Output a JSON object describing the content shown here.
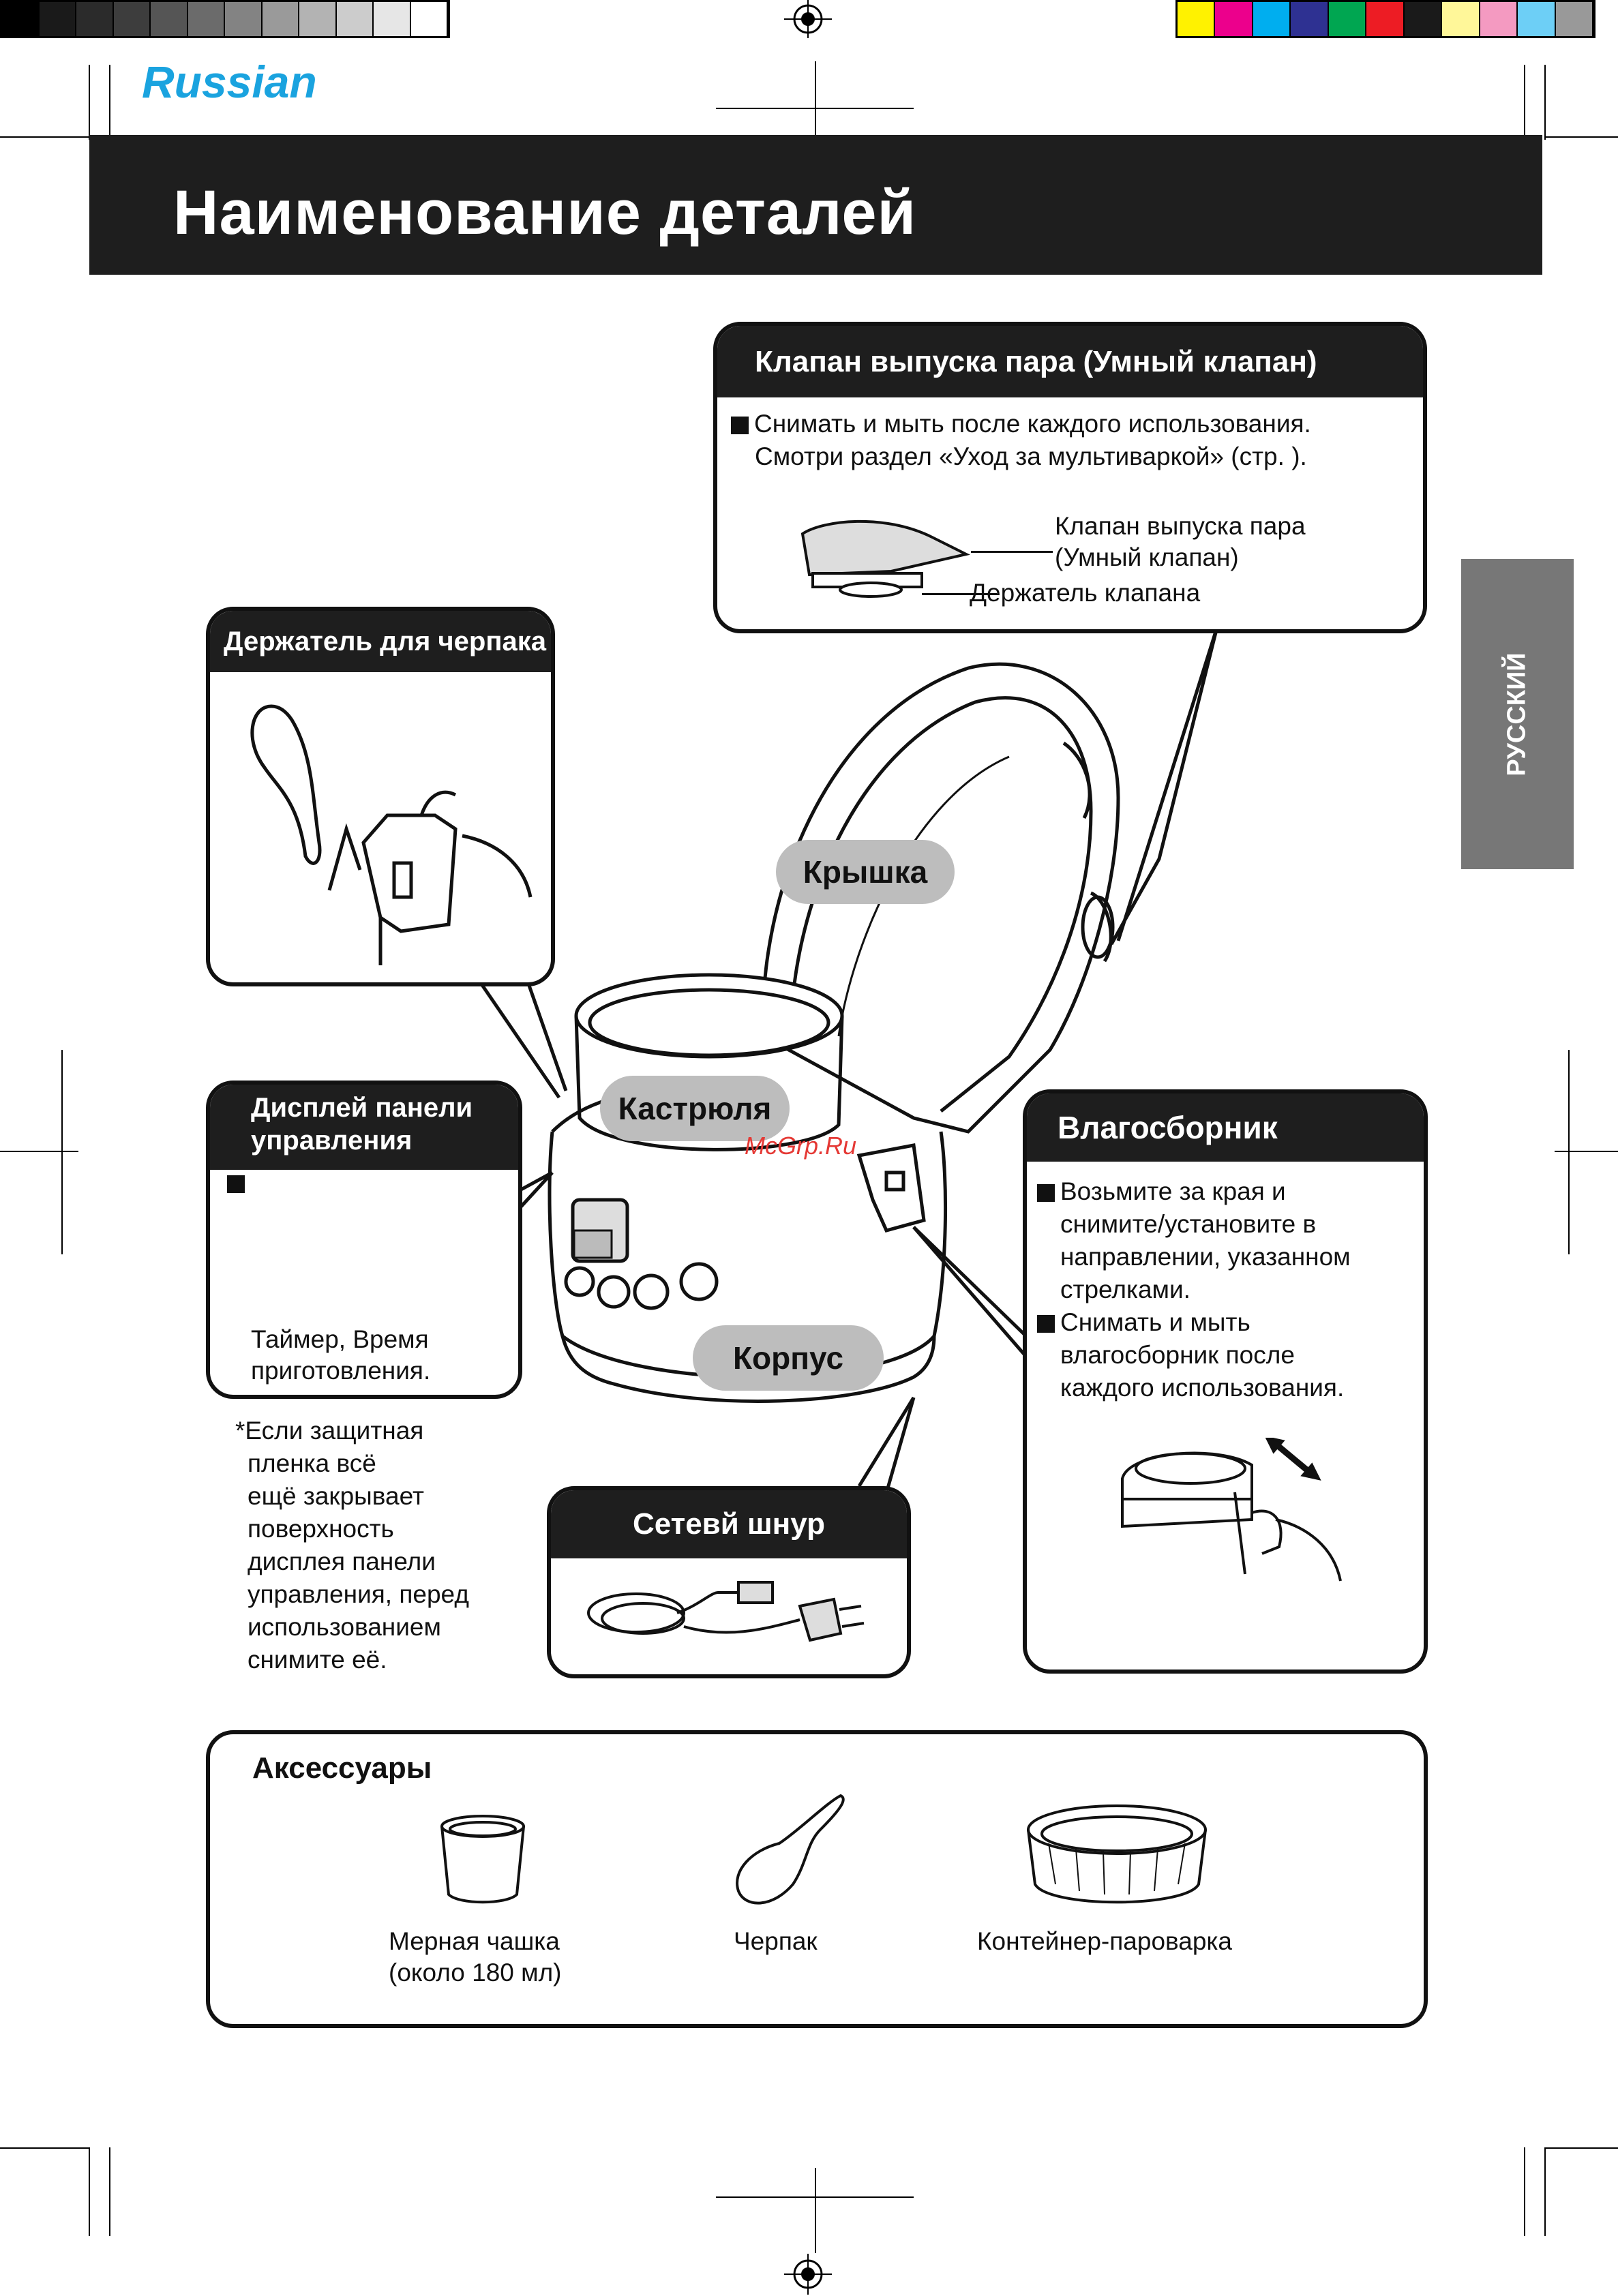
{
  "header": {
    "language": "Russian",
    "title": "Наименование деталей",
    "side_tab": "РУССКИЙ"
  },
  "color_bar_left": [
    "#000000",
    "#1a1a1a",
    "#2b2b2b",
    "#3d3d3d",
    "#555555",
    "#6b6b6b",
    "#838383",
    "#9a9a9a",
    "#b3b3b3",
    "#cccccc",
    "#e6e6e6",
    "#ffffff"
  ],
  "color_bar_right": [
    "#fff200",
    "#ec008c",
    "#00aeef",
    "#2e3192",
    "#00a651",
    "#ed1c24",
    "#1a1a1a",
    "#fff799",
    "#f49ac1",
    "#6dcff6",
    "#999999"
  ],
  "valve_box": {
    "title": "Клапан выпуска пара (Умный клапан)",
    "line1": "Снимать и мыть после каждого использования.",
    "line2": "Смотри раздел «Уход за мультиваркой» (стр.    ).",
    "label_valve_1": "Клапан выпуска пара",
    "label_valve_2": "(Умный клапан)",
    "label_holder": "Держатель клапана"
  },
  "ladle_holder_box": {
    "title": "Держатель для черпака"
  },
  "display_box": {
    "title_1": "Дисплей панели",
    "title_2": "управления",
    "line1": "Таймер, Время",
    "line2": "приготовления."
  },
  "footnote": [
    "*Если защитная",
    "пленка всё",
    "ещё закрывает",
    "поверхность",
    "дисплея панели",
    "управления, перед",
    "использованием",
    "снимите её."
  ],
  "parts": {
    "lid": "Крышка",
    "pot": "Кастрюля",
    "body": "Корпус",
    "watermark": "McGrp.Ru"
  },
  "condensation_box": {
    "title": "Влагосборник",
    "lines_a": [
      "Возьмите за края и",
      "снимите/установите в",
      "направлении, указанном",
      "стрелками."
    ],
    "lines_b": [
      "Снимать и мыть",
      "влагосборник после",
      "каждого использования."
    ]
  },
  "cord_box": {
    "title": "Сетевй шнур"
  },
  "accessories": {
    "title": "Аксессуары",
    "cup_1": "Мерная чашка",
    "cup_2": "(около 180 мл)",
    "ladle": "Черпак",
    "steamer": "Контейнер-пароварка"
  }
}
